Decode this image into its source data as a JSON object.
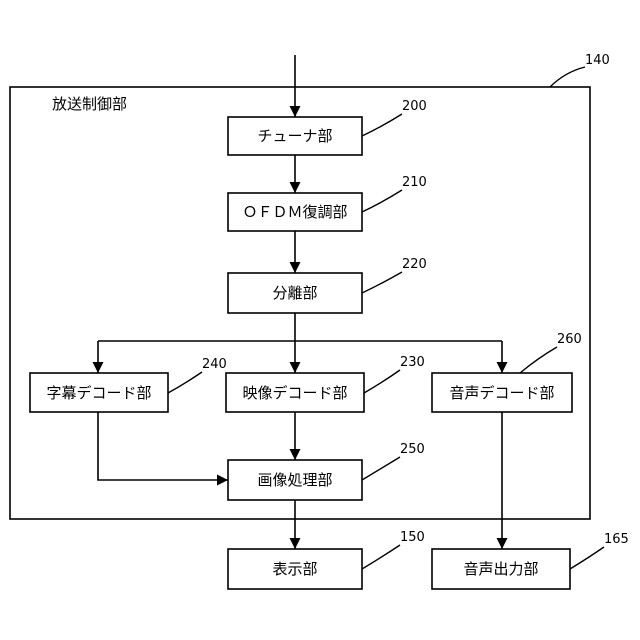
{
  "frame": {
    "label": "放送制御部",
    "ref": "140"
  },
  "blocks": {
    "tuner": {
      "label": "チューナ部",
      "ref": "200"
    },
    "ofdm": {
      "label": "ＯＦＤＭ復調部",
      "ref": "210"
    },
    "separator": {
      "label": "分離部",
      "ref": "220"
    },
    "caption_decoder": {
      "label": "字幕デコード部",
      "ref": "240"
    },
    "video_decoder": {
      "label": "映像デコード部",
      "ref": "230"
    },
    "audio_decoder": {
      "label": "音声デコード部",
      "ref": "260"
    },
    "image_processor": {
      "label": "画像処理部",
      "ref": "250"
    },
    "display": {
      "label": "表示部",
      "ref": "150"
    },
    "audio_output": {
      "label": "音声出力部",
      "ref": "165"
    }
  }
}
